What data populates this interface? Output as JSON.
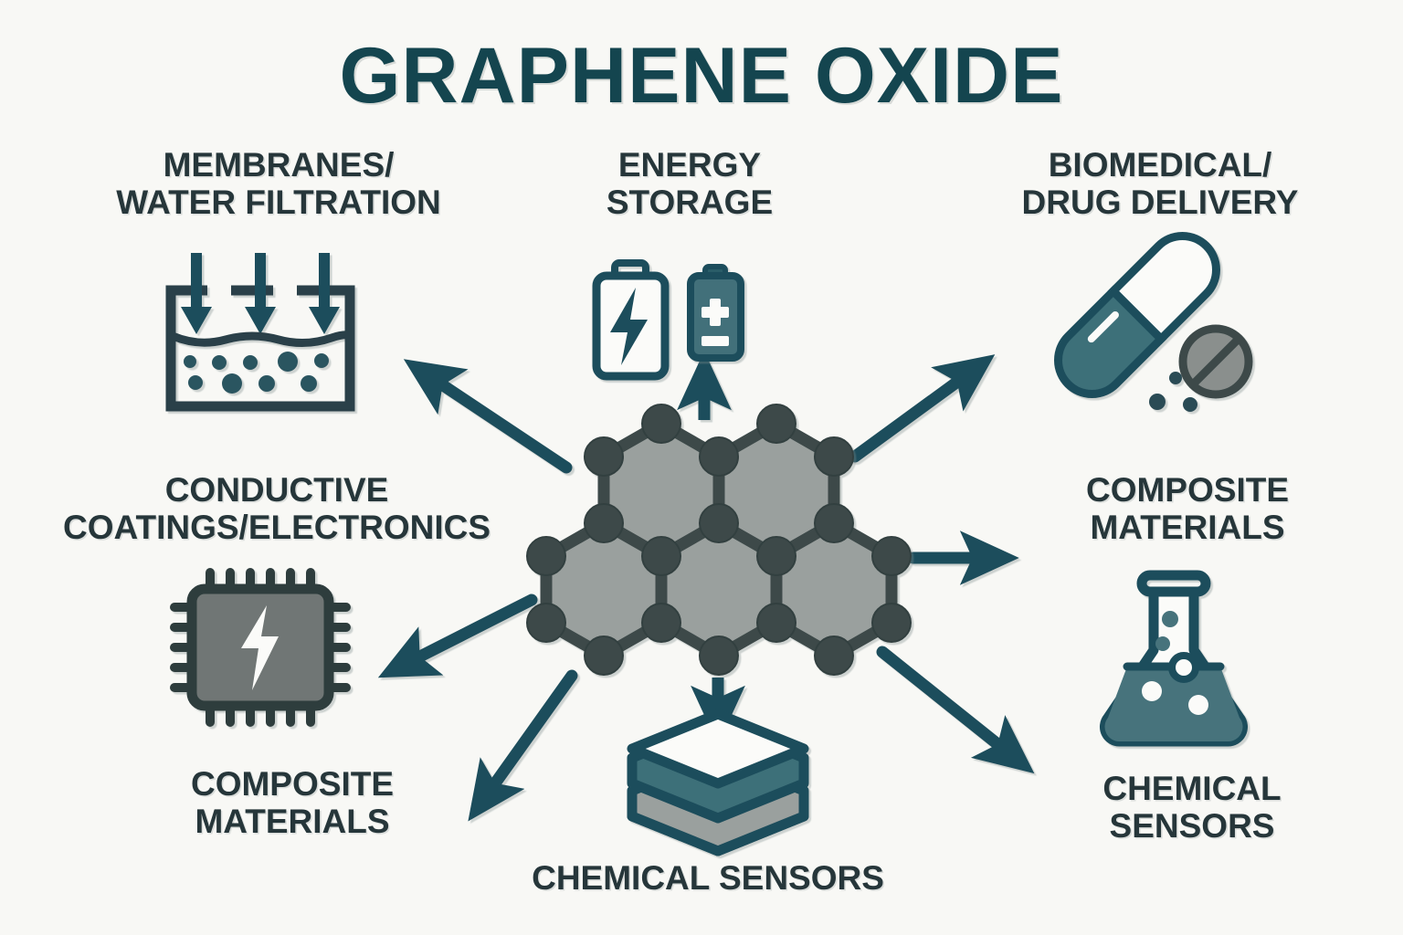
{
  "page": {
    "background_color": "#f8f8f5",
    "title": "GRAPHENE OXIDE",
    "title_color": "#14454f",
    "label_color": "#26363a",
    "accent_teal": "#1d4e5c",
    "accent_teal_fill": "#3a6b75",
    "gray_fill": "#8e9593",
    "hex_face": "#9aa09e",
    "hex_node": "#3d4a4a"
  },
  "center": {
    "name": "graphene-oxide-lattice",
    "description": "hexagonal graphene lattice"
  },
  "nodes": [
    {
      "id": "membranes",
      "label": "MEMBRANES/\nWATER FILTRATION",
      "icon": "water-filtration-icon",
      "font_size": 37
    },
    {
      "id": "energy",
      "label": "ENERGY\nSTORAGE",
      "icon": "battery-icon",
      "font_size": 37
    },
    {
      "id": "biomedical",
      "label": "BIOMEDICAL/\nDRUG DELIVERY",
      "icon": "pill-capsule-icon",
      "font_size": 37
    },
    {
      "id": "conductive",
      "label": "CONDUCTIVE\nCOATINGS/ELECTRONICS",
      "icon": "microchip-icon",
      "font_size": 37
    },
    {
      "id": "composite-right",
      "label": "COMPOSITE\nMATERIALS",
      "icon": "flask-icon",
      "font_size": 37
    },
    {
      "id": "composite-left",
      "label": "COMPOSITE\nMATERIALS",
      "icon": "none",
      "font_size": 37
    },
    {
      "id": "chemical-sensors-bottom",
      "label": "CHEMICAL SENSORS",
      "icon": "stacked-layers-icon",
      "font_size": 37
    },
    {
      "id": "chemical-sensors-right",
      "label": "CHEMICAL\nSENSORS",
      "icon": "none",
      "font_size": 37
    }
  ],
  "arrows": [
    {
      "id": "arrow-to-membranes",
      "direction": "up-left"
    },
    {
      "id": "arrow-to-energy",
      "direction": "up"
    },
    {
      "id": "arrow-to-biomedical",
      "direction": "up-right"
    },
    {
      "id": "arrow-to-conductive",
      "direction": "down-left-short"
    },
    {
      "id": "arrow-to-composite-right",
      "direction": "right"
    },
    {
      "id": "arrow-to-composite-left",
      "direction": "down-left"
    },
    {
      "id": "arrow-to-sensors-bottom",
      "direction": "down"
    },
    {
      "id": "arrow-to-sensors-right",
      "direction": "down-right"
    }
  ]
}
